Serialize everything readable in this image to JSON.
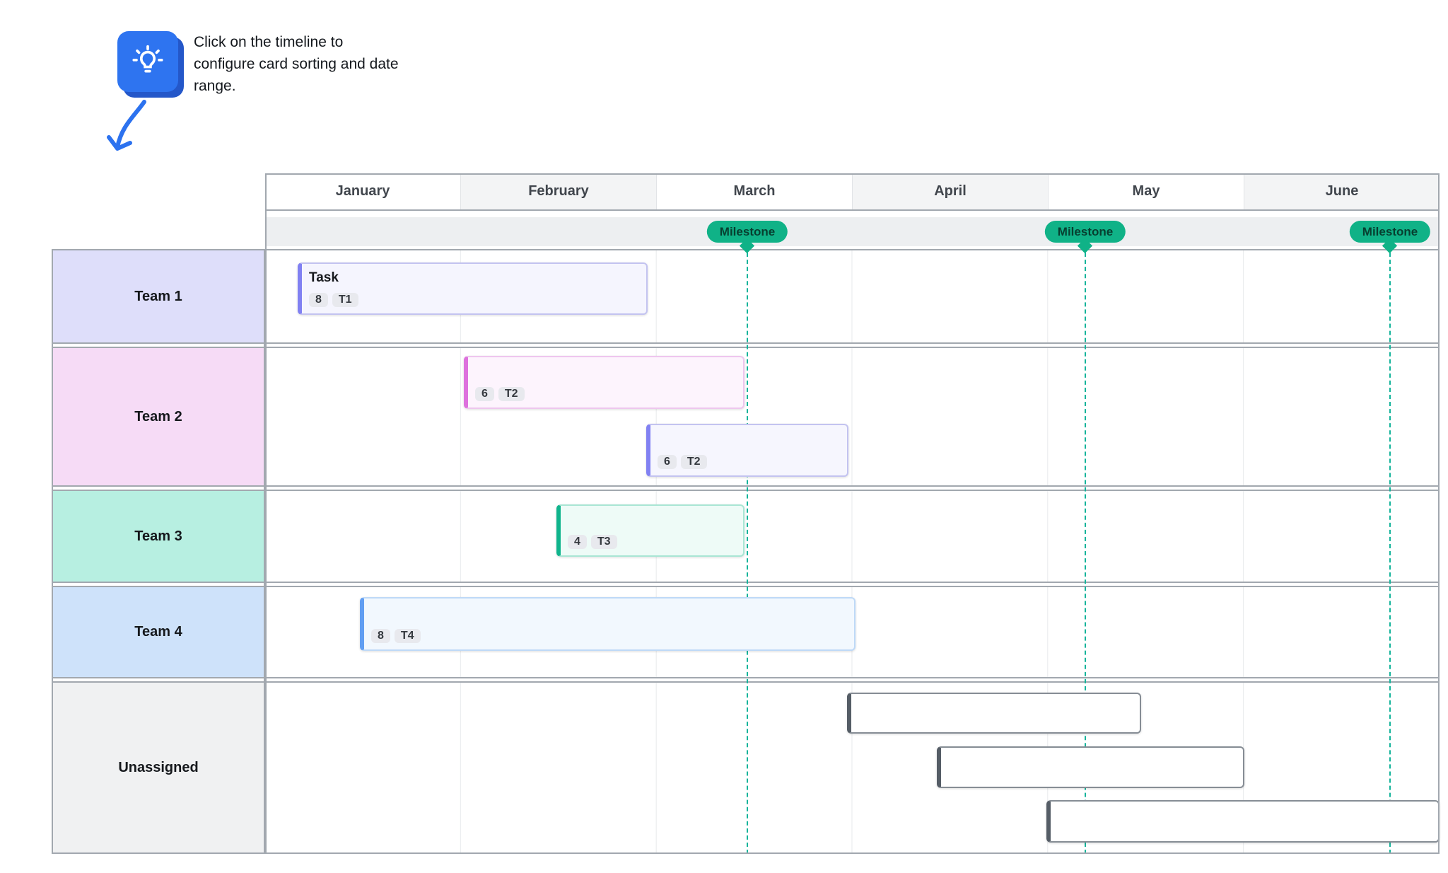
{
  "hint": {
    "text": "Click on the timeline to configure card sorting and date range."
  },
  "timeline": {
    "months": [
      "January",
      "February",
      "March",
      "April",
      "May",
      "June"
    ],
    "milestones": [
      {
        "label": "Milestone",
        "position": "mid March"
      },
      {
        "label": "Milestone",
        "position": "early May"
      },
      {
        "label": "Milestone",
        "position": "late June"
      }
    ],
    "rows": [
      {
        "label": "Team 1",
        "cards": [
          {
            "title": "Task",
            "badges": [
              "8",
              "T1"
            ]
          }
        ]
      },
      {
        "label": "Team 2",
        "cards": [
          {
            "badges": [
              "6",
              "T2"
            ]
          },
          {
            "badges": [
              "6",
              "T2"
            ]
          }
        ]
      },
      {
        "label": "Team 3",
        "cards": [
          {
            "badges": [
              "4",
              "T3"
            ]
          }
        ]
      },
      {
        "label": "Team 4",
        "cards": [
          {
            "badges": [
              "8",
              "T4"
            ]
          }
        ]
      },
      {
        "label": "Unassigned",
        "cards": [
          {},
          {},
          {}
        ]
      }
    ],
    "colors": {
      "hint_blue": "#2e74f0",
      "milestone_green": "#10b287",
      "dashed_line_teal": "#15b49b",
      "team1_label_fill": "#dedefa",
      "team2_label_fill": "#f6dbf6",
      "team3_label_fill": "#b7efe1",
      "team4_label_fill": "#cee2fa",
      "unassigned_label_fill": "#f0f1f2",
      "card_purple_accent": "#8181f2",
      "card_pink_accent": "#dd71dd",
      "card_teal_accent": "#0fb48c",
      "card_blue_accent": "#619ef2",
      "card_gray_accent": "#555d66"
    }
  }
}
